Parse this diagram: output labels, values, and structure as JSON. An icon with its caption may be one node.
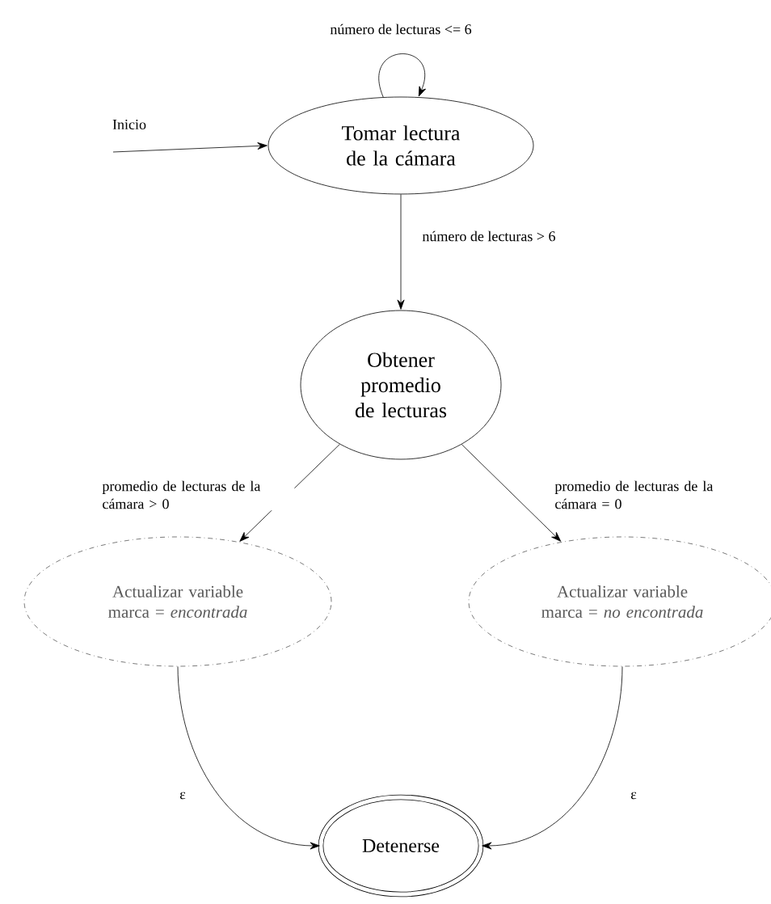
{
  "diagram": {
    "nodes": [
      {
        "text": [
          "Tomar lectura de la cámara"
        ]
      },
      {
        "text": [
          "Obtener promedio de lecturas"
        ]
      },
      {
        "text": [
          "Actualizar variable marca = *encontrada*"
        ]
      },
      {
        "text": [
          "Actualizar variable marca = *no encontrada*"
        ]
      },
      {
        "text": [
          "Detenerse"
        ]
      }
    ],
    "edges": [
      {
        "from": 0,
        "to": 0,
        "arrow": "to",
        "label": "número de lecturas <= 6"
      },
      {
        "from": null,
        "to": 0,
        "arrow": "to",
        "label": "Inicio"
      },
      {
        "from": 0,
        "to": 1,
        "arrow": "to",
        "label": "número de lecturas > 6"
      },
      {
        "from": 1,
        "to": 2,
        "arrow": "to",
        "label": "promedio de lecturas de la cámara > 0"
      },
      {
        "from": 1,
        "to": 3,
        "arrow": "to",
        "label": "promedio de lecturas de la cámara = 0"
      },
      {
        "from": 2,
        "to": 4,
        "arrow": "to",
        "label": "ε"
      },
      {
        "from": 3,
        "to": 4,
        "arrow": "to",
        "label": "ε"
      }
    ]
  }
}
